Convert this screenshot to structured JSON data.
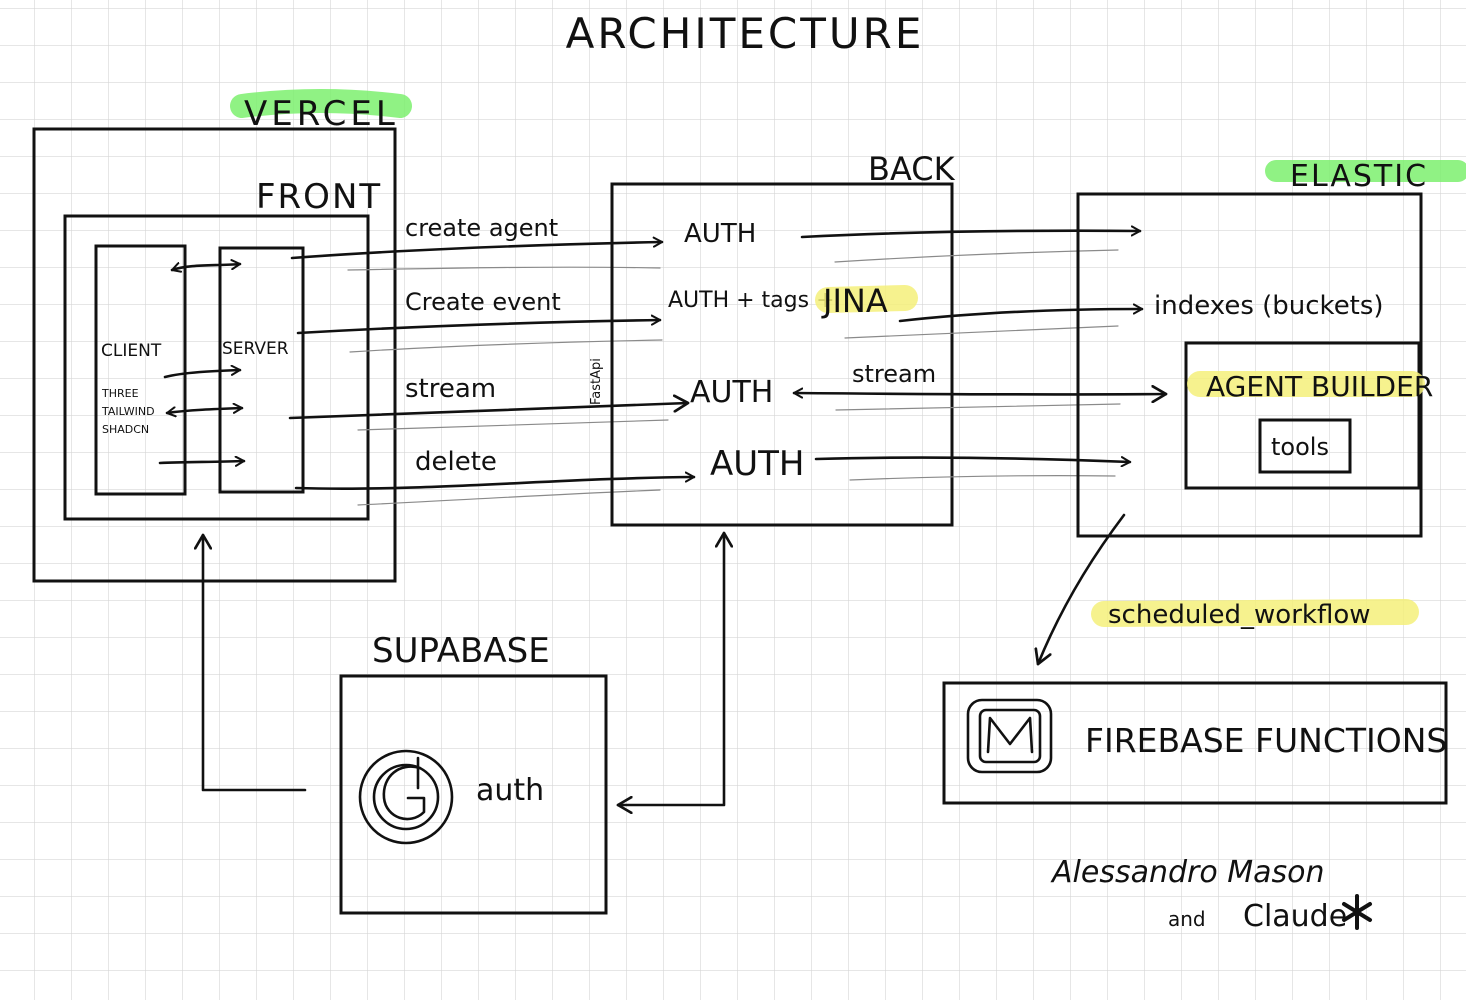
{
  "colors": {
    "background": "#ffffff",
    "grid": "#d6d6d6",
    "ink": "#111111",
    "highlight_green": "#7df06f",
    "highlight_yellow": "#f5f07a"
  },
  "title": "ARCHITECTURE",
  "vercel": {
    "label": "VERCEL",
    "front": {
      "label": "FRONT",
      "client": {
        "label": "CLIENT",
        "stack": [
          "THREE",
          "TAILWIND",
          "SHADCN"
        ]
      },
      "server": {
        "label": "SERVER"
      }
    }
  },
  "requests": [
    "create agent",
    "Create event",
    "stream",
    "delete"
  ],
  "back": {
    "label": "BACK",
    "framework": "FastApi",
    "rows": [
      "AUTH",
      "AUTH + tags + ",
      "AUTH",
      "AUTH"
    ],
    "jina": "JINA",
    "stream": "stream"
  },
  "elastic": {
    "label": "ELASTIC",
    "indexes": "indexes (buckets)",
    "agent_builder": {
      "label": "AGENT BUILDER",
      "tools": "tools"
    }
  },
  "scheduled": "scheduled_workflow",
  "firebase": {
    "label": "FIREBASE FUNCTIONS",
    "icon": "m-logo-icon"
  },
  "supabase": {
    "label": "SUPABASE",
    "auth": "auth",
    "icon": "g-logo-icon"
  },
  "signature": {
    "name": "Alessandro Mason",
    "with": "and",
    "coauthor": "Claude"
  }
}
